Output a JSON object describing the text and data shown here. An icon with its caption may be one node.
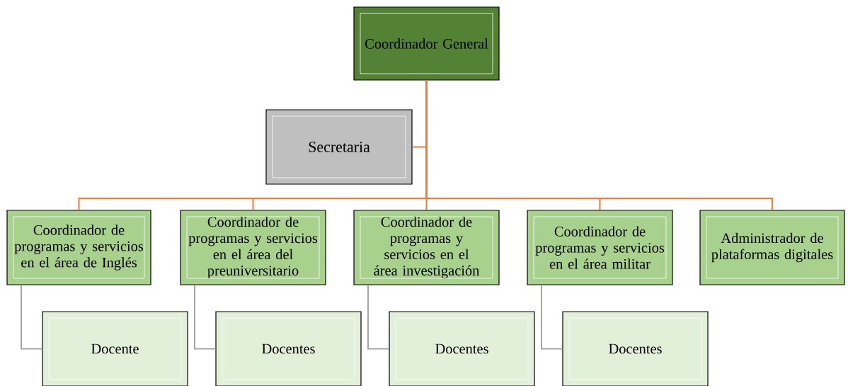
{
  "diagram": {
    "nodes": [
      {
        "text": [
          "Coordinador General"
        ]
      },
      {
        "text": [
          "Secretaria"
        ]
      },
      {
        "text": [
          "Coordinador de programas y servicios en el área de Inglés"
        ]
      },
      {
        "text": [
          "Coordinador de programas y servicios en el área del preuniversitario"
        ]
      },
      {
        "text": [
          "Coordinador de programas y servicios en el área investigación"
        ]
      },
      {
        "text": [
          "Coordinador de programas y servicios en el área militar"
        ]
      },
      {
        "text": [
          "Administrador de plataformas digitales"
        ]
      },
      {
        "text": [
          "Docente"
        ]
      },
      {
        "text": [
          "Docentes"
        ]
      },
      {
        "text": [
          "Docentes"
        ]
      },
      {
        "text": [
          "Docentes"
        ]
      }
    ],
    "edges": [
      {
        "from": 0,
        "to": 1,
        "arrow": "none"
      },
      {
        "from": 0,
        "to": 2,
        "arrow": "none"
      },
      {
        "from": 0,
        "to": 3,
        "arrow": "none"
      },
      {
        "from": 0,
        "to": 4,
        "arrow": "none"
      },
      {
        "from": 0,
        "to": 5,
        "arrow": "none"
      },
      {
        "from": 0,
        "to": 6,
        "arrow": "none"
      },
      {
        "from": 2,
        "to": 7,
        "arrow": "none",
        "color": "#a5a5a5"
      },
      {
        "from": 3,
        "to": 8,
        "arrow": "none",
        "color": "#a5a5a5"
      },
      {
        "from": 4,
        "to": 9,
        "arrow": "none",
        "color": "#a5a5a5"
      },
      {
        "from": 5,
        "to": 10,
        "arrow": "none",
        "color": "#a5a5a5"
      }
    ]
  }
}
